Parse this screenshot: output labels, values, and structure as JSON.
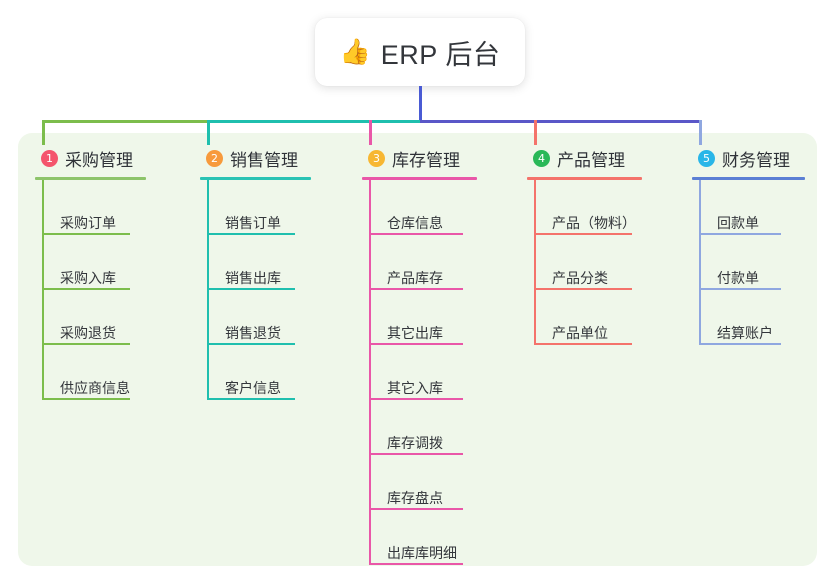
{
  "root": {
    "icon": "thumbs-up-icon",
    "emoji": "👍",
    "title": "ERP 后台"
  },
  "palette": {
    "panel_bg": "#eff7ea",
    "page_bg": "#ffffff",
    "root_line": "#4a5bd4",
    "trunk_green": "#7cbd4c",
    "trunk_teal": "#1fbfae",
    "trunk_purple": "#5a57c8",
    "trunk_blue": "#3f5fe0",
    "text": "#33363b"
  },
  "columns": [
    {
      "index": "1",
      "badge_color": "#f4546c",
      "title": "采购管理",
      "accent": "#8dc46a",
      "line_color": "#7cbd4c",
      "items": [
        "采购订单",
        "采购入库",
        "采购退货",
        "供应商信息"
      ]
    },
    {
      "index": "2",
      "badge_color": "#f79a3c",
      "title": "销售管理",
      "accent": "#29c3b4",
      "line_color": "#1fbfae",
      "items": [
        "销售订单",
        "销售出库",
        "销售退货",
        "客户信息"
      ]
    },
    {
      "index": "3",
      "badge_color": "#f7b733",
      "title": "库存管理",
      "accent": "#e957a8",
      "line_color": "#e957a8",
      "items": [
        "仓库信息",
        "产品库存",
        "其它出库",
        "其它入库",
        "库存调拨",
        "库存盘点",
        "出库库明细"
      ]
    },
    {
      "index": "4",
      "badge_color": "#2ab858",
      "title": "产品管理",
      "accent": "#f4736b",
      "line_color": "#f4736b",
      "items": [
        "产品（物料）",
        "产品分类",
        "产品单位"
      ]
    },
    {
      "index": "5",
      "badge_color": "#29b6e8",
      "title": "财务管理",
      "accent": "#5b7fd4",
      "line_color": "#8fa7e0",
      "items": [
        "回款单",
        "付款单",
        "结算账户"
      ]
    }
  ]
}
